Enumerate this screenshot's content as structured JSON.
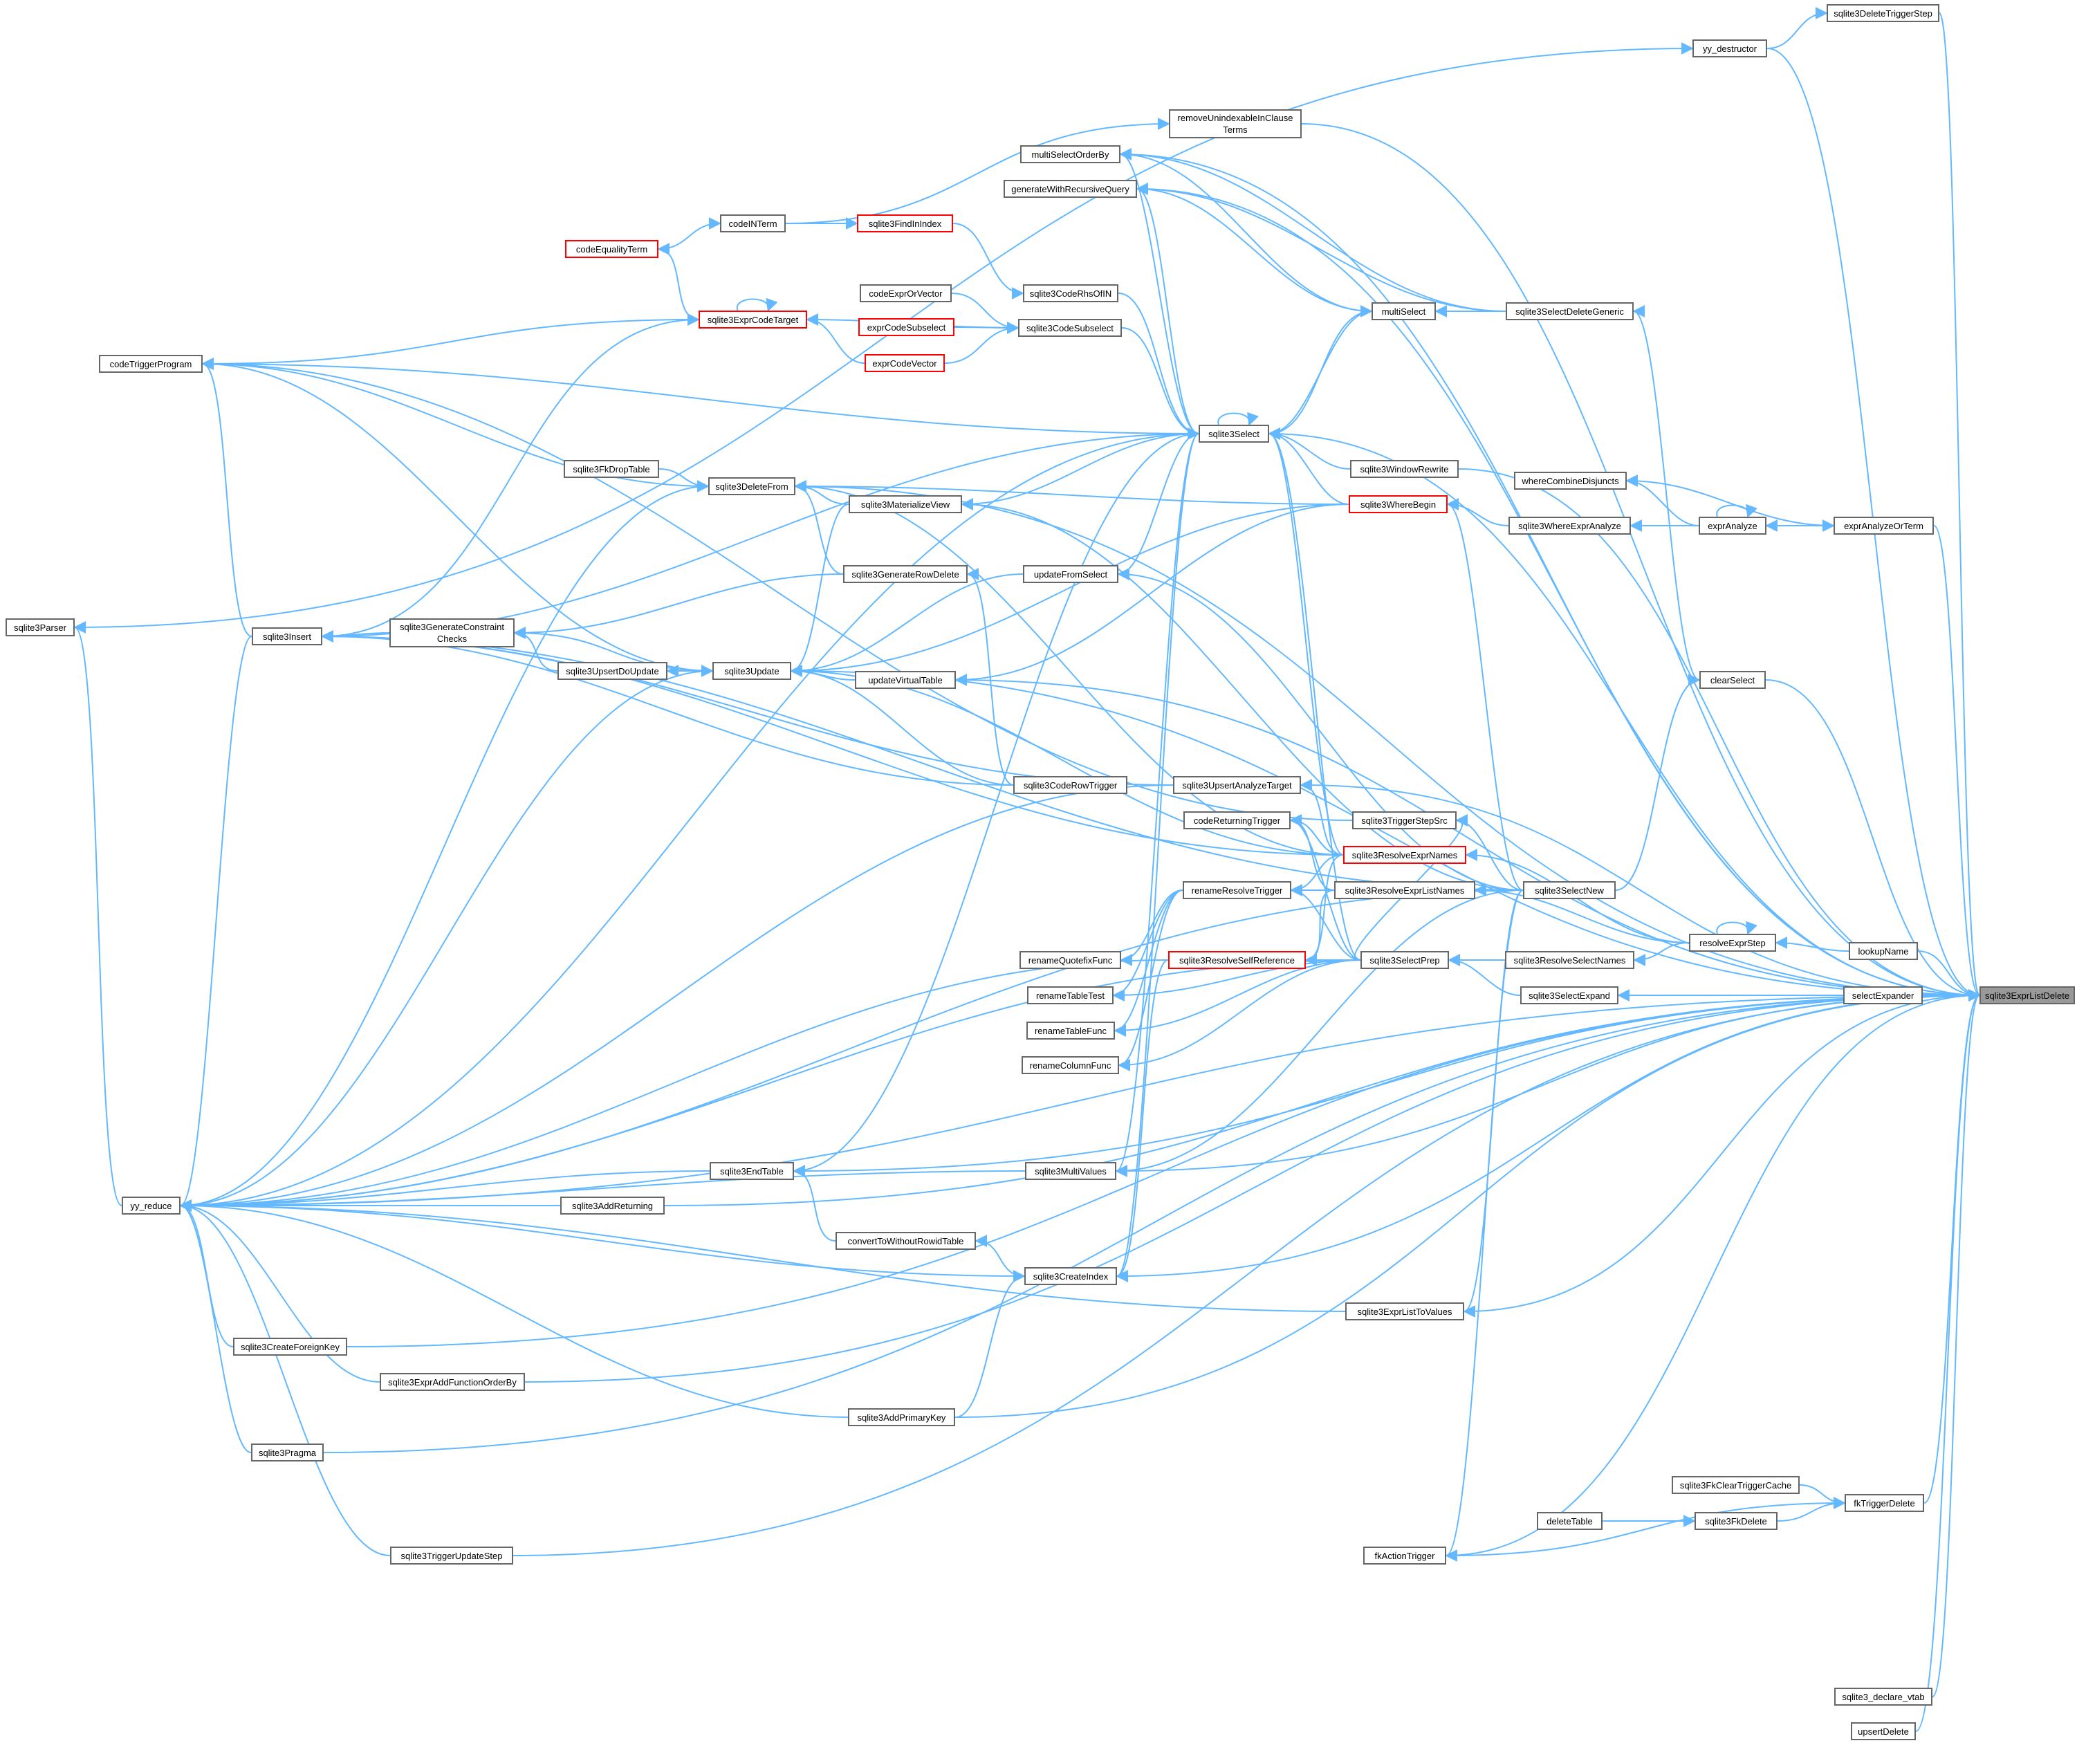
{
  "graph": {
    "root": "sqlite3ExprListDelete",
    "edge_color": "#63b8ff",
    "node_border_color": "#666666",
    "highlight_border_color": "#ff0000",
    "root_fill_color": "#999999",
    "nodes": [
      {
        "id": "sqlite3ExprListDelete",
        "label": "sqlite3ExprListDelete",
        "style": "root"
      },
      {
        "id": "sqlite3DeleteTriggerStep",
        "label": "sqlite3DeleteTriggerStep"
      },
      {
        "id": "yy_destructor",
        "label": "yy_destructor"
      },
      {
        "id": "sqlite3Parser",
        "label": "sqlite3Parser"
      },
      {
        "id": "removeUnindexableInClauseTerms",
        "label": "removeUnindexableInClause\nTerms"
      },
      {
        "id": "multiSelectOrderBy",
        "label": "multiSelectOrderBy"
      },
      {
        "id": "generateWithRecursiveQuery",
        "label": "generateWithRecursiveQuery"
      },
      {
        "id": "codeINTerm",
        "label": "codeINTerm"
      },
      {
        "id": "sqlite3FindInIndex",
        "label": "sqlite3FindInIndex",
        "style": "red"
      },
      {
        "id": "codeEqualityTerm",
        "label": "codeEqualityTerm",
        "style": "red"
      },
      {
        "id": "sqlite3ExprCodeTarget",
        "label": "sqlite3ExprCodeTarget",
        "style": "red"
      },
      {
        "id": "codeExprOrVector",
        "label": "codeExprOrVector"
      },
      {
        "id": "sqlite3CodeRhsOfIN",
        "label": "sqlite3CodeRhsOfIN"
      },
      {
        "id": "exprCodeSubselect",
        "label": "exprCodeSubselect",
        "style": "red"
      },
      {
        "id": "sqlite3CodeSubselect",
        "label": "sqlite3CodeSubselect"
      },
      {
        "id": "exprCodeVector",
        "label": "exprCodeVector",
        "style": "red"
      },
      {
        "id": "multiSelect",
        "label": "multiSelect"
      },
      {
        "id": "sqlite3SelectDeleteGeneric",
        "label": "sqlite3SelectDeleteGeneric"
      },
      {
        "id": "codeTriggerProgram",
        "label": "codeTriggerProgram"
      },
      {
        "id": "sqlite3Select",
        "label": "sqlite3Select"
      },
      {
        "id": "sqlite3FkDropTable",
        "label": "sqlite3FkDropTable"
      },
      {
        "id": "sqlite3DeleteFrom",
        "label": "sqlite3DeleteFrom"
      },
      {
        "id": "sqlite3MaterializeView",
        "label": "sqlite3MaterializeView"
      },
      {
        "id": "sqlite3WindowRewrite",
        "label": "sqlite3WindowRewrite"
      },
      {
        "id": "whereCombineDisjuncts",
        "label": "whereCombineDisjuncts"
      },
      {
        "id": "sqlite3WhereBegin",
        "label": "sqlite3WhereBegin",
        "style": "red"
      },
      {
        "id": "sqlite3WhereExprAnalyze",
        "label": "sqlite3WhereExprAnalyze"
      },
      {
        "id": "exprAnalyze",
        "label": "exprAnalyze"
      },
      {
        "id": "exprAnalyzeOrTerm",
        "label": "exprAnalyzeOrTerm"
      },
      {
        "id": "sqlite3GenerateRowDelete",
        "label": "sqlite3GenerateRowDelete"
      },
      {
        "id": "updateFromSelect",
        "label": "updateFromSelect"
      },
      {
        "id": "sqlite3Insert",
        "label": "sqlite3Insert"
      },
      {
        "id": "sqlite3GenerateConstraintChecks",
        "label": "sqlite3GenerateConstraint\nChecks"
      },
      {
        "id": "sqlite3UpsertDoUpdate",
        "label": "sqlite3UpsertDoUpdate"
      },
      {
        "id": "sqlite3Update",
        "label": "sqlite3Update"
      },
      {
        "id": "updateVirtualTable",
        "label": "updateVirtualTable"
      },
      {
        "id": "clearSelect",
        "label": "clearSelect"
      },
      {
        "id": "sqlite3CodeRowTrigger",
        "label": "sqlite3CodeRowTrigger"
      },
      {
        "id": "sqlite3UpsertAnalyzeTarget",
        "label": "sqlite3UpsertAnalyzeTarget"
      },
      {
        "id": "codeReturningTrigger",
        "label": "codeReturningTrigger"
      },
      {
        "id": "sqlite3TriggerStepSrc",
        "label": "sqlite3TriggerStepSrc"
      },
      {
        "id": "sqlite3ResolveExprNames",
        "label": "sqlite3ResolveExprNames",
        "style": "red"
      },
      {
        "id": "sqlite3SelectNew",
        "label": "sqlite3SelectNew"
      },
      {
        "id": "renameResolveTrigger",
        "label": "renameResolveTrigger"
      },
      {
        "id": "sqlite3ResolveExprListNames",
        "label": "sqlite3ResolveExprListNames"
      },
      {
        "id": "resolveExprStep",
        "label": "resolveExprStep"
      },
      {
        "id": "lookupName",
        "label": "lookupName"
      },
      {
        "id": "renameQuotefixFunc",
        "label": "renameQuotefixFunc"
      },
      {
        "id": "sqlite3ResolveSelfReference",
        "label": "sqlite3ResolveSelfReference",
        "style": "red"
      },
      {
        "id": "sqlite3SelectPrep",
        "label": "sqlite3SelectPrep"
      },
      {
        "id": "sqlite3ResolveSelectNames",
        "label": "sqlite3ResolveSelectNames"
      },
      {
        "id": "renameTableTest",
        "label": "renameTableTest"
      },
      {
        "id": "sqlite3SelectExpand",
        "label": "sqlite3SelectExpand"
      },
      {
        "id": "selectExpander",
        "label": "selectExpander"
      },
      {
        "id": "renameTableFunc",
        "label": "renameTableFunc"
      },
      {
        "id": "renameColumnFunc",
        "label": "renameColumnFunc"
      },
      {
        "id": "sqlite3EndTable",
        "label": "sqlite3EndTable"
      },
      {
        "id": "sqlite3MultiValues",
        "label": "sqlite3MultiValues"
      },
      {
        "id": "yy_reduce",
        "label": "yy_reduce"
      },
      {
        "id": "sqlite3AddReturning",
        "label": "sqlite3AddReturning"
      },
      {
        "id": "convertToWithoutRowidTable",
        "label": "convertToWithoutRowidTable"
      },
      {
        "id": "sqlite3CreateIndex",
        "label": "sqlite3CreateIndex"
      },
      {
        "id": "sqlite3ExprListToValues",
        "label": "sqlite3ExprListToValues"
      },
      {
        "id": "sqlite3CreateForeignKey",
        "label": "sqlite3CreateForeignKey"
      },
      {
        "id": "sqlite3ExprAddFunctionOrderBy",
        "label": "sqlite3ExprAddFunctionOrderBy"
      },
      {
        "id": "sqlite3AddPrimaryKey",
        "label": "sqlite3AddPrimaryKey"
      },
      {
        "id": "sqlite3Pragma",
        "label": "sqlite3Pragma"
      },
      {
        "id": "sqlite3FkClearTriggerCache",
        "label": "sqlite3FkClearTriggerCache"
      },
      {
        "id": "fkTriggerDelete",
        "label": "fkTriggerDelete"
      },
      {
        "id": "deleteTable",
        "label": "deleteTable"
      },
      {
        "id": "sqlite3FkDelete",
        "label": "sqlite3FkDelete"
      },
      {
        "id": "sqlite3TriggerUpdateStep",
        "label": "sqlite3TriggerUpdateStep"
      },
      {
        "id": "fkActionTrigger",
        "label": "fkActionTrigger"
      },
      {
        "id": "sqlite3_declare_vtab",
        "label": "sqlite3_declare_vtab"
      },
      {
        "id": "upsertDelete",
        "label": "upsertDelete"
      }
    ],
    "edges": [
      [
        "sqlite3DeleteTriggerStep",
        "sqlite3ExprListDelete"
      ],
      [
        "yy_destructor",
        "sqlite3ExprListDelete"
      ],
      [
        "removeUnindexableInClauseTerms",
        "sqlite3ExprListDelete"
      ],
      [
        "multiSelectOrderBy",
        "sqlite3ExprListDelete"
      ],
      [
        "generateWithRecursiveQuery",
        "sqlite3ExprListDelete"
      ],
      [
        "sqlite3Select",
        "sqlite3ExprListDelete"
      ],
      [
        "sqlite3WindowRewrite",
        "sqlite3ExprListDelete"
      ],
      [
        "exprAnalyzeOrTerm",
        "sqlite3ExprListDelete"
      ],
      [
        "sqlite3Update",
        "sqlite3ExprListDelete"
      ],
      [
        "updateVirtualTable",
        "sqlite3ExprListDelete"
      ],
      [
        "clearSelect",
        "sqlite3ExprListDelete"
      ],
      [
        "sqlite3DeleteFrom",
        "sqlite3ExprListDelete"
      ],
      [
        "sqlite3UpsertAnalyzeTarget",
        "sqlite3ExprListDelete"
      ],
      [
        "lookupName",
        "sqlite3ExprListDelete"
      ],
      [
        "selectExpander",
        "sqlite3ExprListDelete"
      ],
      [
        "sqlite3MultiValues",
        "sqlite3ExprListDelete"
      ],
      [
        "sqlite3EndTable",
        "sqlite3ExprListDelete"
      ],
      [
        "sqlite3AddReturning",
        "sqlite3ExprListDelete"
      ],
      [
        "sqlite3CreateIndex",
        "sqlite3ExprListDelete"
      ],
      [
        "sqlite3ExprListToValues",
        "sqlite3ExprListDelete"
      ],
      [
        "sqlite3CreateForeignKey",
        "sqlite3ExprListDelete"
      ],
      [
        "sqlite3ExprAddFunctionOrderBy",
        "sqlite3ExprListDelete"
      ],
      [
        "sqlite3AddPrimaryKey",
        "sqlite3ExprListDelete"
      ],
      [
        "sqlite3Pragma",
        "sqlite3ExprListDelete"
      ],
      [
        "fkTriggerDelete",
        "sqlite3ExprListDelete"
      ],
      [
        "fkActionTrigger",
        "sqlite3ExprListDelete"
      ],
      [
        "sqlite3TriggerUpdateStep",
        "sqlite3ExprListDelete"
      ],
      [
        "yy_reduce",
        "sqlite3ExprListDelete"
      ],
      [
        "sqlite3_declare_vtab",
        "sqlite3ExprListDelete"
      ],
      [
        "upsertDelete",
        "sqlite3ExprListDelete"
      ],
      [
        "yy_destructor",
        "sqlite3DeleteTriggerStep"
      ],
      [
        "sqlite3Parser",
        "yy_destructor"
      ],
      [
        "yy_reduce",
        "sqlite3Parser"
      ],
      [
        "codeINTerm",
        "removeUnindexableInClauseTerms"
      ],
      [
        "codeINTerm",
        "sqlite3FindInIndex"
      ],
      [
        "codeEqualityTerm",
        "codeINTerm"
      ],
      [
        "sqlite3ExprCodeTarget",
        "codeEqualityTerm"
      ],
      [
        "sqlite3ExprCodeTarget",
        "sqlite3ExprCodeTarget"
      ],
      [
        "exprCodeVector",
        "sqlite3ExprCodeTarget"
      ],
      [
        "sqlite3CodeSubselect",
        "sqlite3ExprCodeTarget"
      ],
      [
        "codeTriggerProgram",
        "sqlite3ExprCodeTarget"
      ],
      [
        "sqlite3Insert",
        "sqlite3ExprCodeTarget"
      ],
      [
        "sqlite3FindInIndex",
        "sqlite3CodeRhsOfIN"
      ],
      [
        "sqlite3CodeRhsOfIN",
        "sqlite3Select"
      ],
      [
        "codeExprOrVector",
        "sqlite3CodeSubselect"
      ],
      [
        "exprCodeSubselect",
        "sqlite3CodeSubselect"
      ],
      [
        "exprCodeVector",
        "sqlite3CodeSubselect"
      ],
      [
        "sqlite3CodeSubselect",
        "sqlite3Select"
      ],
      [
        "multiSelect",
        "multiSelectOrderBy"
      ],
      [
        "multiSelect",
        "generateWithRecursiveQuery"
      ],
      [
        "multiSelect",
        "sqlite3Select"
      ],
      [
        "sqlite3Select",
        "multiSelect"
      ],
      [
        "sqlite3SelectDeleteGeneric",
        "multiSelect"
      ],
      [
        "sqlite3SelectDeleteGeneric",
        "multiSelectOrderBy"
      ],
      [
        "sqlite3SelectDeleteGeneric",
        "generateWithRecursiveQuery"
      ],
      [
        "clearSelect",
        "sqlite3SelectDeleteGeneric"
      ],
      [
        "sqlite3SelectNew",
        "clearSelect"
      ],
      [
        "sqlite3Select",
        "sqlite3Select"
      ],
      [
        "sqlite3Select",
        "multiSelectOrderBy"
      ],
      [
        "sqlite3Select",
        "generateWithRecursiveQuery"
      ],
      [
        "sqlite3Select",
        "codeTriggerProgram"
      ],
      [
        "sqlite3Select",
        "sqlite3Insert"
      ],
      [
        "sqlite3Select",
        "sqlite3MaterializeView"
      ],
      [
        "sqlite3Select",
        "updateFromSelect"
      ],
      [
        "sqlite3Select",
        "sqlite3EndTable"
      ],
      [
        "sqlite3Select",
        "sqlite3MultiValues"
      ],
      [
        "sqlite3Select",
        "sqlite3CreateIndex"
      ],
      [
        "sqlite3Select",
        "yy_reduce"
      ],
      [
        "sqlite3WindowRewrite",
        "sqlite3Select"
      ],
      [
        "sqlite3WhereBegin",
        "sqlite3Select"
      ],
      [
        "sqlite3WhereBegin",
        "sqlite3DeleteFrom"
      ],
      [
        "sqlite3WhereBegin",
        "sqlite3Update"
      ],
      [
        "sqlite3WhereBegin",
        "updateVirtualTable"
      ],
      [
        "sqlite3WhereExprAnalyze",
        "sqlite3WhereBegin"
      ],
      [
        "exprAnalyze",
        "sqlite3WhereExprAnalyze"
      ],
      [
        "exprAnalyze",
        "exprAnalyze"
      ],
      [
        "exprAnalyze",
        "whereCombineDisjuncts"
      ],
      [
        "exprAnalyzeOrTerm",
        "exprAnalyze"
      ],
      [
        "exprAnalyze",
        "exprAnalyzeOrTerm"
      ],
      [
        "exprAnalyzeOrTerm",
        "sqlite3WhereExprAnalyze"
      ],
      [
        "exprAnalyzeOrTerm",
        "whereCombineDisjuncts"
      ],
      [
        "sqlite3FkDropTable",
        "sqlite3DeleteFrom"
      ],
      [
        "sqlite3DeleteFrom",
        "codeTriggerProgram"
      ],
      [
        "sqlite3DeleteFrom",
        "yy_reduce"
      ],
      [
        "sqlite3MaterializeView",
        "sqlite3DeleteFrom"
      ],
      [
        "sqlite3MaterializeView",
        "sqlite3Update"
      ],
      [
        "sqlite3GenerateRowDelete",
        "sqlite3DeleteFrom"
      ],
      [
        "sqlite3GenerateRowDelete",
        "sqlite3GenerateConstraintChecks"
      ],
      [
        "sqlite3CodeRowTrigger",
        "sqlite3GenerateRowDelete"
      ],
      [
        "sqlite3CodeRowTrigger",
        "sqlite3Insert"
      ],
      [
        "sqlite3CodeRowTrigger",
        "sqlite3Update"
      ],
      [
        "updateFromSelect",
        "sqlite3Update"
      ],
      [
        "updateVirtualTable",
        "sqlite3Update"
      ],
      [
        "sqlite3GenerateConstraintChecks",
        "sqlite3Insert"
      ],
      [
        "sqlite3GenerateConstraintChecks",
        "sqlite3Update"
      ],
      [
        "sqlite3UpsertDoUpdate",
        "sqlite3GenerateConstraintChecks"
      ],
      [
        "sqlite3Update",
        "sqlite3UpsertDoUpdate"
      ],
      [
        "sqlite3Update",
        "codeTriggerProgram"
      ],
      [
        "sqlite3Update",
        "yy_reduce"
      ],
      [
        "sqlite3Insert",
        "codeTriggerProgram"
      ],
      [
        "sqlite3Insert",
        "yy_reduce"
      ],
      [
        "sqlite3UpsertAnalyzeTarget",
        "sqlite3Insert"
      ],
      [
        "sqlite3UpsertAnalyzeTarget",
        "yy_reduce"
      ],
      [
        "sqlite3SelectNew",
        "updateFromSelect"
      ],
      [
        "sqlite3SelectNew",
        "sqlite3MaterializeView"
      ],
      [
        "sqlite3SelectNew",
        "sqlite3TriggerStepSrc"
      ],
      [
        "sqlite3SelectNew",
        "sqlite3MultiValues"
      ],
      [
        "sqlite3SelectNew",
        "sqlite3ExprListToValues"
      ],
      [
        "sqlite3SelectNew",
        "fkActionTrigger"
      ],
      [
        "sqlite3SelectNew",
        "yy_reduce"
      ],
      [
        "sqlite3SelectNew",
        "sqlite3Insert"
      ],
      [
        "sqlite3SelectNew",
        "sqlite3WhereBegin"
      ],
      [
        "sqlite3TriggerStepSrc",
        "codeTriggerProgram"
      ],
      [
        "sqlite3ResolveExprNames",
        "sqlite3Select"
      ],
      [
        "sqlite3ResolveExprNames",
        "sqlite3UpsertAnalyzeTarget"
      ],
      [
        "sqlite3ResolveExprNames",
        "codeReturningTrigger"
      ],
      [
        "sqlite3ResolveExprNames",
        "renameResolveTrigger"
      ],
      [
        "sqlite3ResolveExprNames",
        "sqlite3ResolveSelfReference"
      ],
      [
        "sqlite3ResolveExprNames",
        "sqlite3Update"
      ],
      [
        "sqlite3ResolveExprNames",
        "sqlite3DeleteFrom"
      ],
      [
        "sqlite3ResolveExprNames",
        "sqlite3Insert"
      ],
      [
        "resolveExprStep",
        "resolveExprStep"
      ],
      [
        "resolveExprStep",
        "sqlite3ResolveExprNames"
      ],
      [
        "resolveExprStep",
        "sqlite3ResolveExprListNames"
      ],
      [
        "lookupName",
        "resolveExprStep"
      ],
      [
        "sqlite3ResolveExprListNames",
        "renameResolveTrigger"
      ],
      [
        "sqlite3ResolveExprListNames",
        "codeReturningTrigger"
      ],
      [
        "sqlite3ResolveExprListNames",
        "sqlite3ResolveSelfReference"
      ],
      [
        "renameResolveTrigger",
        "renameQuotefixFunc"
      ],
      [
        "renameResolveTrigger",
        "renameTableTest"
      ],
      [
        "renameResolveTrigger",
        "renameTableFunc"
      ],
      [
        "renameResolveTrigger",
        "renameColumnFunc"
      ],
      [
        "sqlite3SelectPrep",
        "renameResolveTrigger"
      ],
      [
        "sqlite3SelectPrep",
        "sqlite3Select"
      ],
      [
        "sqlite3SelectPrep",
        "renameTableTest"
      ],
      [
        "sqlite3SelectPrep",
        "renameTableFunc"
      ],
      [
        "sqlite3SelectPrep",
        "renameColumnFunc"
      ],
      [
        "sqlite3SelectPrep",
        "sqlite3ResolveSelfReference"
      ],
      [
        "sqlite3SelectPrep",
        "yy_reduce"
      ],
      [
        "sqlite3SelectPrep",
        "codeReturningTrigger"
      ],
      [
        "sqlite3SelectPrep",
        "sqlite3TriggerStepSrc"
      ],
      [
        "sqlite3ResolveSelectNames",
        "sqlite3SelectPrep"
      ],
      [
        "resolveExprStep",
        "sqlite3ResolveSelectNames"
      ],
      [
        "sqlite3SelectExpand",
        "sqlite3SelectPrep"
      ],
      [
        "selectExpander",
        "sqlite3SelectExpand"
      ],
      [
        "sqlite3ResolveSelfReference",
        "sqlite3CreateIndex"
      ],
      [
        "sqlite3ResolveSelfReference",
        "yy_reduce"
      ],
      [
        "sqlite3EndTable",
        "yy_reduce"
      ],
      [
        "convertToWithoutRowidTable",
        "sqlite3EndTable"
      ],
      [
        "sqlite3CreateIndex",
        "convertToWithoutRowidTable"
      ],
      [
        "sqlite3CreateIndex",
        "yy_reduce"
      ],
      [
        "sqlite3AddPrimaryKey",
        "sqlite3CreateIndex"
      ],
      [
        "sqlite3AddPrimaryKey",
        "yy_reduce"
      ],
      [
        "sqlite3MultiValues",
        "yy_reduce"
      ],
      [
        "sqlite3AddReturning",
        "yy_reduce"
      ],
      [
        "sqlite3ExprListToValues",
        "yy_reduce"
      ],
      [
        "sqlite3CreateForeignKey",
        "yy_reduce"
      ],
      [
        "sqlite3ExprAddFunctionOrderBy",
        "yy_reduce"
      ],
      [
        "sqlite3Pragma",
        "yy_reduce"
      ],
      [
        "sqlite3TriggerUpdateStep",
        "yy_reduce"
      ],
      [
        "sqlite3FkClearTriggerCache",
        "fkTriggerDelete"
      ],
      [
        "sqlite3FkDelete",
        "fkTriggerDelete"
      ],
      [
        "deleteTable",
        "sqlite3FkDelete"
      ],
      [
        "fkActionTrigger",
        "fkTriggerDelete"
      ]
    ]
  }
}
